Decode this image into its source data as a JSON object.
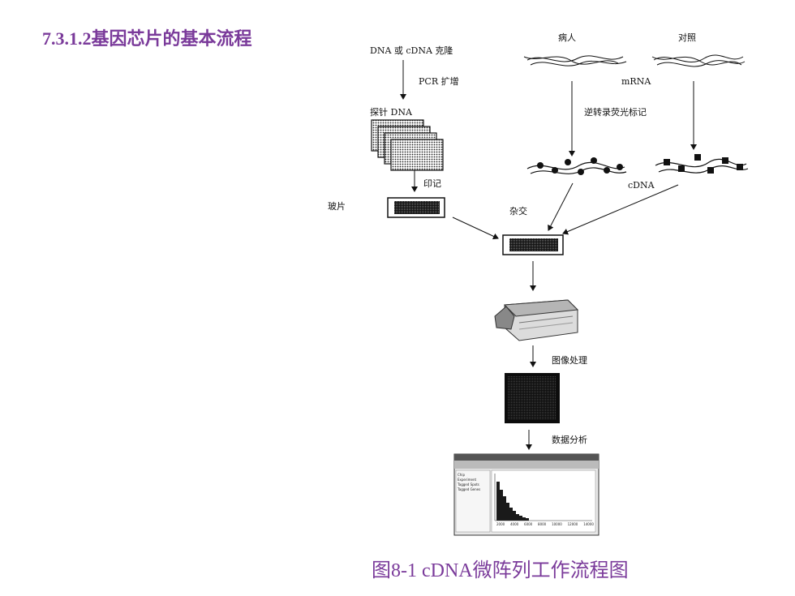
{
  "page": {
    "title": "7.3.1.2基因芯片的基本流程",
    "caption": "图8-1   cDNA微阵列工作流程图"
  },
  "labels": {
    "dna_clone": "DNA 或 cDNA 克隆",
    "pcr": "PCR 扩增",
    "probe_dna": "探针 DNA",
    "print": "印记",
    "glass": "玻片",
    "patient": "病人",
    "control": "对照",
    "mrna": "mRNA",
    "rt_label": "逆转录荧光标记",
    "cdna": "cDNA",
    "hybrid": "杂交",
    "image_proc": "图像处理",
    "data_analysis": "数据分析"
  },
  "software": {
    "tree_items": [
      "Chip",
      "Experiment",
      "Tagged Spots",
      "Tagged Genes"
    ],
    "axis_ticks": [
      "2000",
      "4000",
      "6000",
      "8000",
      "10000",
      "12000",
      "14000"
    ]
  }
}
